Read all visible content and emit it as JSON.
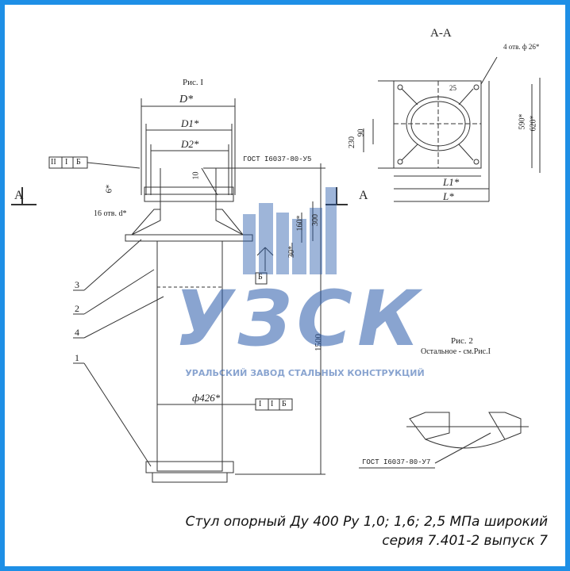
{
  "drawing": {
    "fig1": "Рис. I",
    "fig2": "Рис. 2",
    "fig2_note": "Остальное - см.Рис.I",
    "section": "А-А",
    "section_left": "А",
    "section_right": "А",
    "dims": {
      "D": "D*",
      "D1": "D1*",
      "D2": "D2*",
      "d426": "ф426*",
      "h1500": "1500",
      "h300": "300",
      "h160": "160*",
      "h30": "30*",
      "h10": "10",
      "h6": "6*",
      "holes16": "16 отв. d*",
      "holes4": "4 отв. ф 26*",
      "d230": "230",
      "d90": "90",
      "d590": "590*",
      "d620": "620*",
      "L1": "L1*",
      "L": "L*",
      "r25": "25"
    },
    "gost_top": "ГОСТ I6037-80-У5",
    "gost_bottom": "ГОСТ I6037-80-У7",
    "tol_top": [
      "II",
      "I",
      "Б"
    ],
    "tol_mid": [
      "I",
      "I",
      "Б"
    ],
    "datum": "Б",
    "parts": [
      "3",
      "2",
      "4",
      "1"
    ]
  },
  "watermark": {
    "brand": "УЗСК",
    "company": "УРАЛЬСКИЙ ЗАВОД СТАЛЬНЫХ КОНСТРУКЦИЙ"
  },
  "caption": {
    "line1": "Стул опорный Ду 400 Ру 1,0; 1,6; 2,5 МПа широкий",
    "line2": "серия 7.401-2 выпуск 7"
  },
  "colors": {
    "frame": "#1e8fe6",
    "watermark": "#2a5aaa"
  }
}
